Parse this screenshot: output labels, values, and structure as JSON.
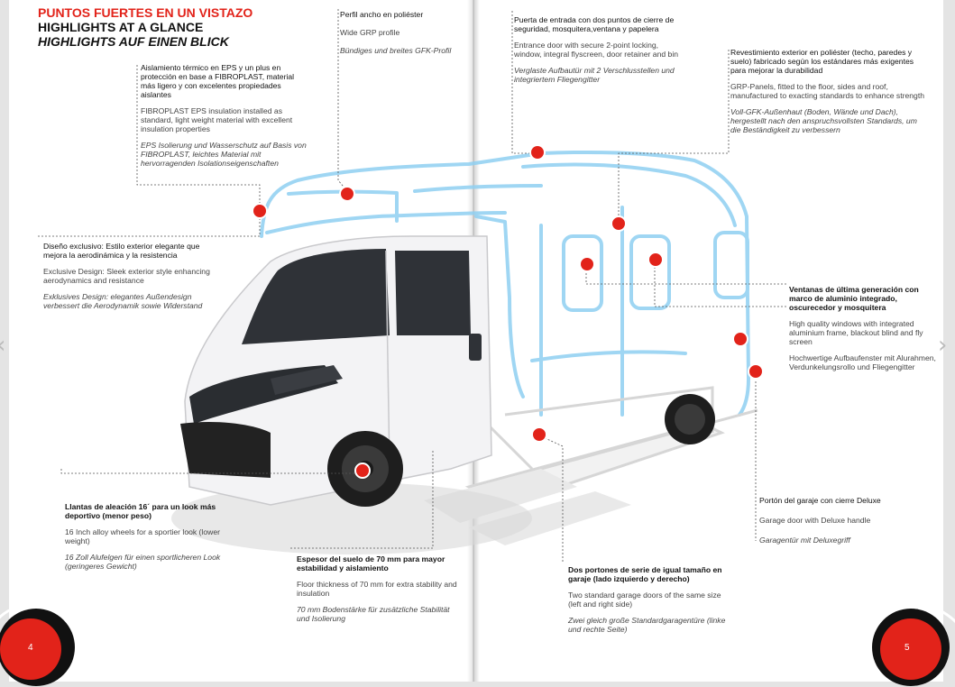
{
  "header": {
    "title_es": "PUNTOS FUERTES EN UN VISTAZO",
    "title_en": "HIGHLIGHTS AT A GLANCE",
    "title_de": "HIGHLIGHTS AUF EINEN BLICK"
  },
  "features": {
    "grp_profile": {
      "es": "Perfil ancho en poliéster",
      "en": "Wide GRP profile",
      "de": "Bündiges und breites GFK-Profil"
    },
    "insulation": {
      "es": "Aislamiento térmico en EPS y un plus en protección en base a FIBROPLAST, material más ligero y con excelentes propiedades aislantes",
      "en": "FIBROPLAST EPS insulation installed as standard, light weight material with excellent insulation properties",
      "de": "EPS Isolierung und Wasserschutz auf Basis von FIBROPLAST, leichtes Material mit hervorragenden Isolationseigenschaften"
    },
    "design": {
      "es": "Diseño exclusivo: Estilo exterior elegante que mejora la aerodinámica y la resistencia",
      "en": "Exclusive Design: Sleek exterior style enhancing aerodynamics and resistance",
      "de": "Exklusives Design: elegantes Außendesign verbessert die Aerodynamik sowie Widerstand"
    },
    "door": {
      "es": "Puerta de entrada con dos puntos de cierre de seguridad, mosquitera,ventana y papelera",
      "en": "Entrance door with secure 2-point locking, window, integral flyscreen, door retainer and bin",
      "de": "Verglaste Aufbautür mit 2 Verschlusstellen und integriertem Fliegengitter"
    },
    "cladding": {
      "es": "Revestimiento exterior en poliéster (techo, paredes y suelo) fabricado según los estándares más exigentes para mejorar la durabilidad",
      "en": "GRP-Panels, fitted to the floor, sides and roof, manufactured to exacting standards to enhance strength",
      "de": "Voll-GFK-Außenhaut (Boden, Wände und Dach), hergestellt nach den anspruchsvollsten Standards, um die Beständigkeit zu verbessern"
    },
    "windows": {
      "es": "Ventanas de última generación con marco de aluminio integrado, oscurecedor y mosquitera",
      "en": "High quality windows with integrated aluminium frame, blackout blind and fly screen",
      "de": "Hochwertige Aufbaufenster mit Alurahmen, Verdunkelungsrollo und Fliegengitter"
    },
    "garage_door": {
      "es": "Portón del garaje con cierre Deluxe",
      "en": "Garage door with Deluxe handle",
      "de": "Garagentür mit Deluxegriff"
    },
    "wheels": {
      "es": "Llantas de aleación 16´ para un look más deportivo (menor peso)",
      "en": "16 Inch alloy wheels for a sportier look (lower weight)",
      "de": "16 Zoll Alufelgen für einen sportlicheren Look (geringeres Gewicht)"
    },
    "floor": {
      "es": "Espesor del suelo de 70 mm para mayor estabilidad y aislamiento",
      "en": "Floor thickness of 70 mm for extra stability and insulation",
      "de": "70 mm Bodenstärke für zusätzliche Stabilität und Isolierung"
    },
    "garage_doors": {
      "es": "Dos portones de serie de igual tamaño en garaje (lado izquierdo y derecho)",
      "en": "Two standard garage doors of the same size (left and right side)",
      "de": "Zwei gleich große Standardgaragentüre (linke und rechte Seite)"
    }
  },
  "pages": {
    "left_number": "4",
    "right_number": "5"
  },
  "icons": {
    "prev": "chevron-left-icon",
    "next": "chevron-right-icon",
    "hotspot": "hotspot-dot-icon"
  },
  "colors": {
    "accent": "#e2231a",
    "outline": "#7fc7ee",
    "text": "#222222"
  }
}
